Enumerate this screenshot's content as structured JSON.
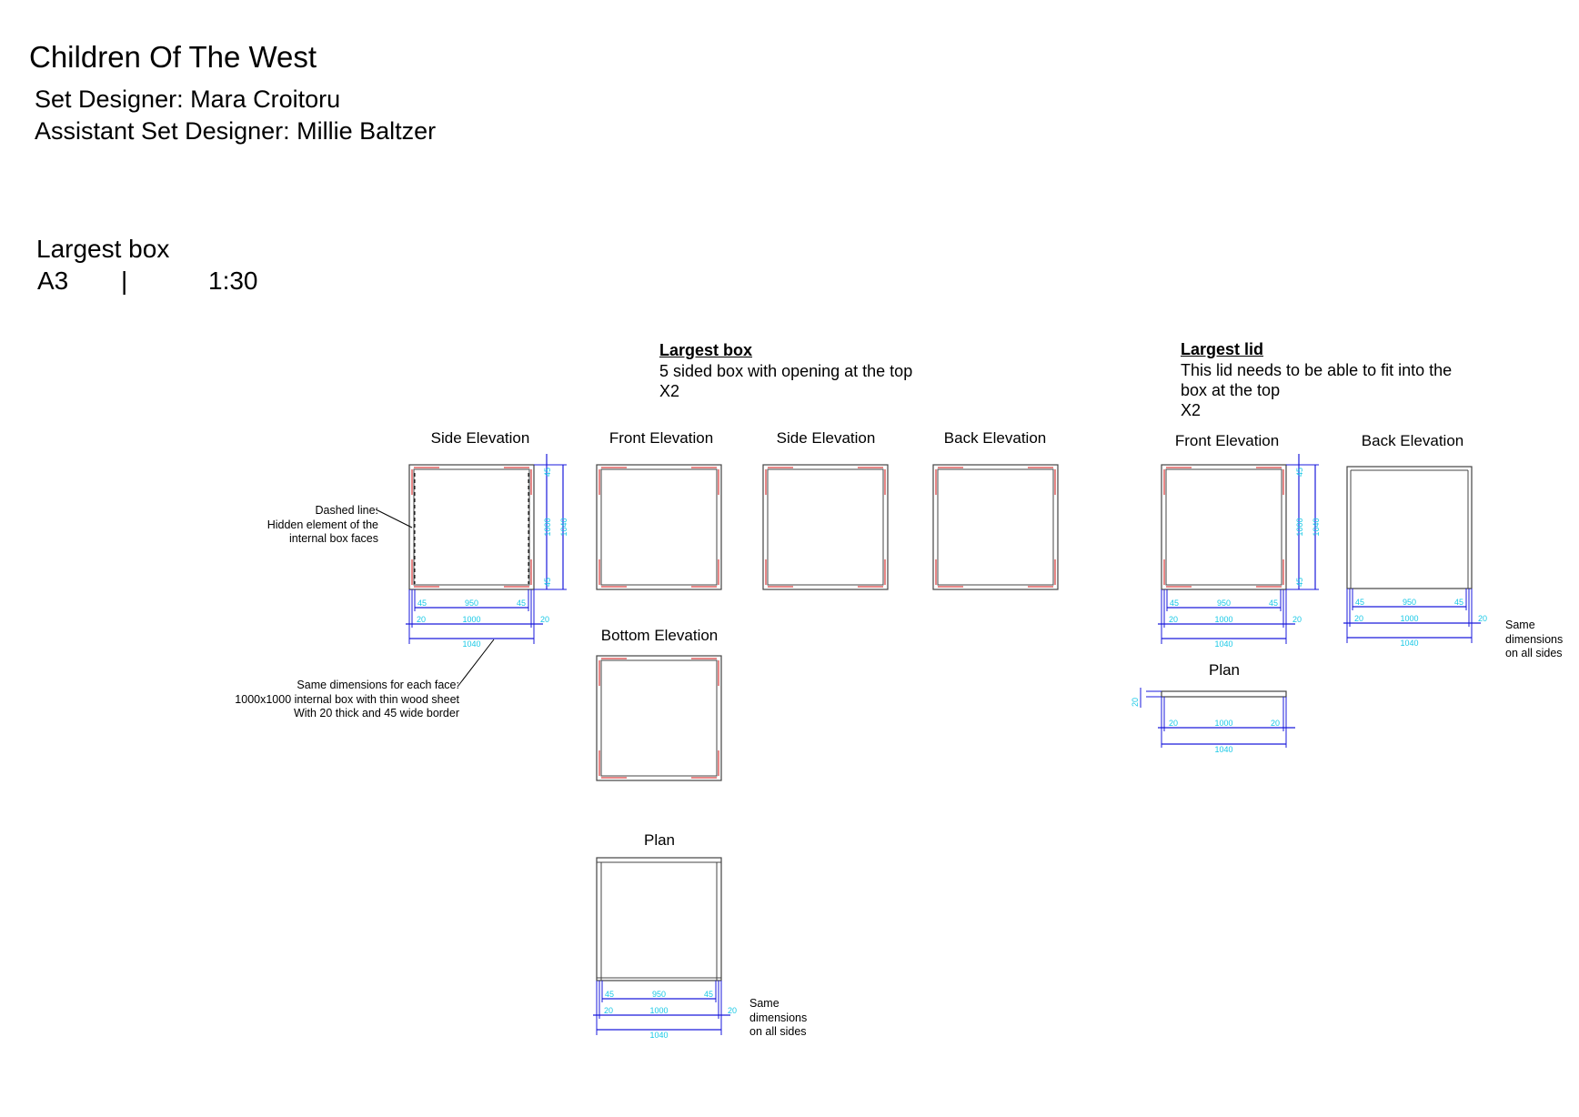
{
  "header": {
    "title": "Children Of The West",
    "set_designer": "Set Designer: Mara Croitoru",
    "assistant_designer": "Assistant Set Designer: Millie Baltzer"
  },
  "sheet": {
    "title": "Largest box",
    "paper": "A3",
    "separator": "|",
    "scale": "1:30"
  },
  "box_section": {
    "heading": "Largest box",
    "description": "5 sided box with opening at the top",
    "quantity": "X2"
  },
  "lid_section": {
    "heading": "Largest lid",
    "description_line1": "This lid needs to be able to fit into the",
    "description_line2": "box at the top",
    "quantity": "X2"
  },
  "view_labels": {
    "box_side_1": "Side  Elevation",
    "box_front": "Front  Elevation",
    "box_side_2": "Side  Elevation",
    "box_back": "Back Elevation",
    "box_bottom": "Bottom  Elevation",
    "box_plan": "Plan",
    "lid_front": "Front  Elevation",
    "lid_back": "Back  Elevation",
    "lid_plan": "Plan"
  },
  "notes": {
    "dashed_1": "Dashed line:",
    "dashed_2": "Hidden element of the",
    "dashed_3": "internal box faces",
    "faces_1": "Same dimensions for each face:",
    "faces_2": "1000x1000 internal box with thin wood sheet",
    "faces_3": "With 20 thick and 45 wide border",
    "same_1": "Same",
    "same_2": "dimensions",
    "same_3": "on all sides",
    "lid_same_1": "Same",
    "lid_same_2": "dimensions",
    "lid_same_3": "on all sides"
  },
  "dimensions": {
    "overall": "1040",
    "internal": "1000",
    "panel": "950",
    "border": "45",
    "thickness": "20"
  },
  "colors": {
    "outline": "#444444",
    "border_hatch": "#e06060",
    "dimension_line": "#1a1adc",
    "dimension_text": "#19c8e6"
  }
}
